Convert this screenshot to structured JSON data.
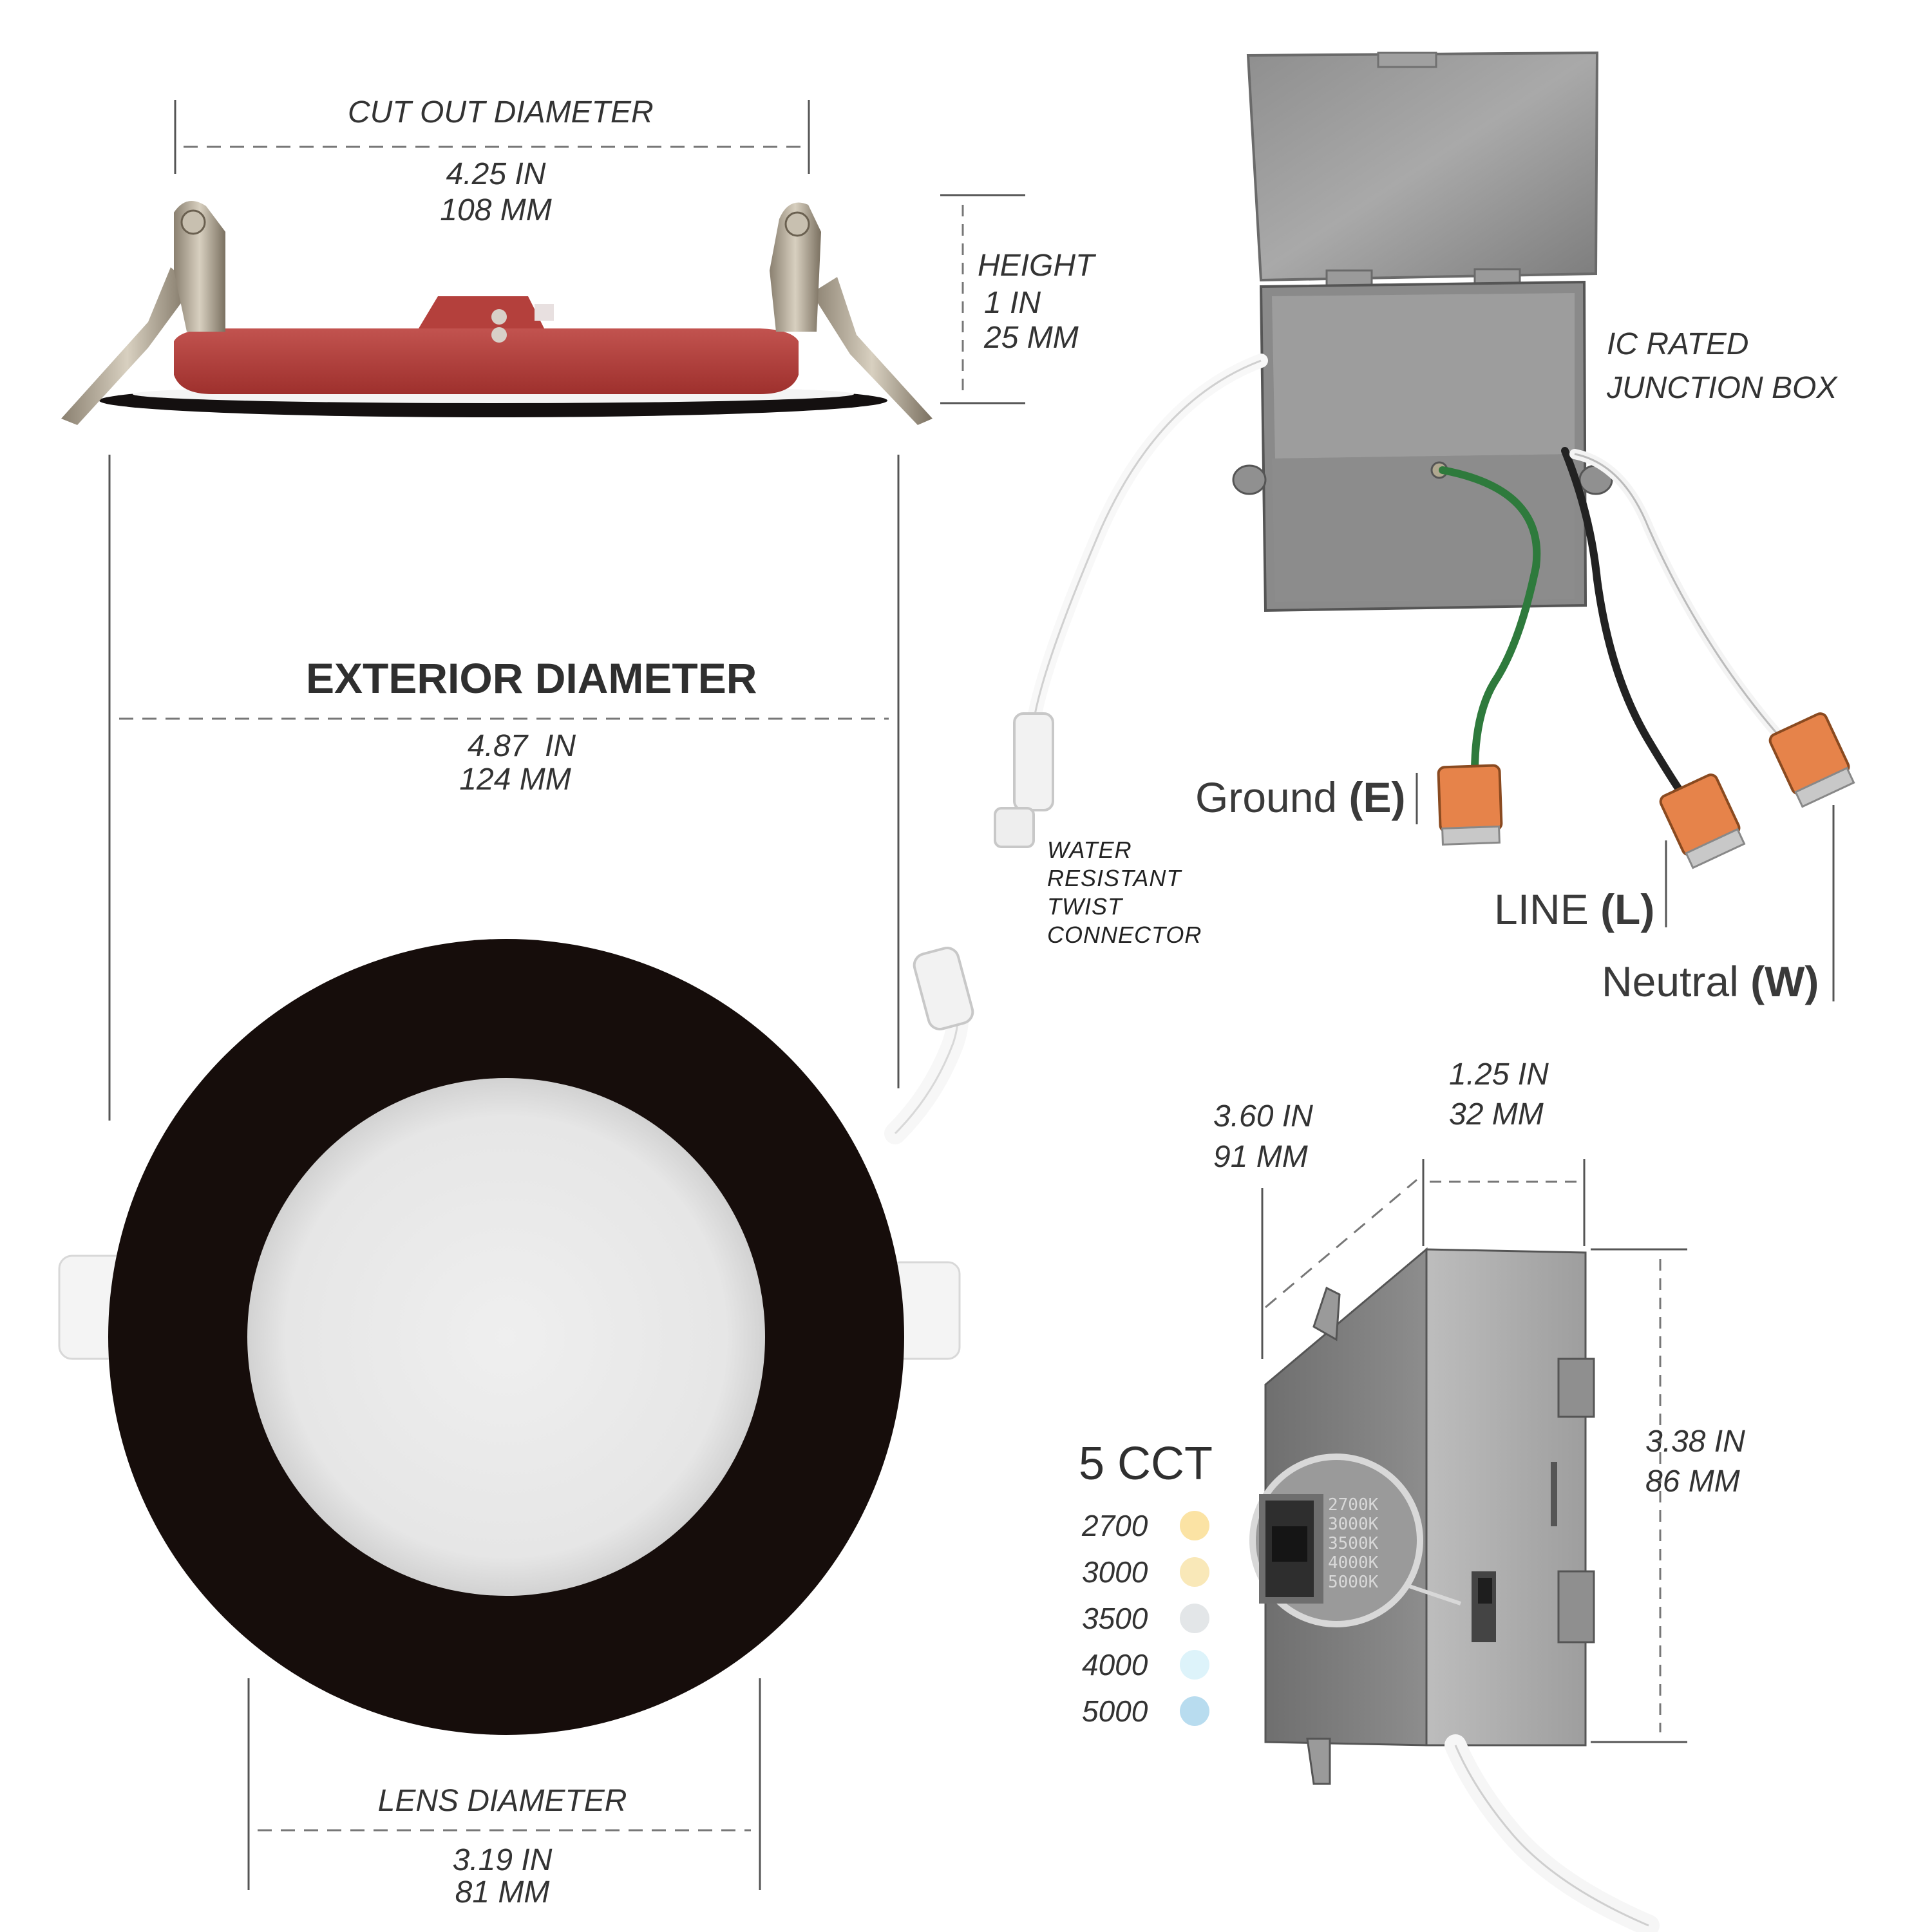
{
  "dimensions": {
    "cutout": {
      "label": "CUT OUT DIAMETER",
      "in": "4.25 IN",
      "mm": "108 MM"
    },
    "height": {
      "label": "HEIGHT",
      "in": "1 IN",
      "mm": "25 MM"
    },
    "exterior": {
      "label": "EXTERIOR DIAMETER",
      "in": "4.87  IN",
      "mm": "124 MM"
    },
    "lens": {
      "label": "LENS DIAMETER",
      "in": "3.19 IN",
      "mm": "81 MM"
    },
    "box_depth": {
      "in": "3.60 IN",
      "mm": "91 MM"
    },
    "box_width": {
      "in": "1.25 IN",
      "mm": "32 MM"
    },
    "box_height": {
      "in": "3.38 IN",
      "mm": "86 MM"
    }
  },
  "junction_box": {
    "line1": "IC RATED",
    "line2": "JUNCTION BOX"
  },
  "connector": {
    "lines": [
      "WATER",
      "RESISTANT",
      "TWIST",
      "CONNECTOR"
    ]
  },
  "wires": {
    "ground": {
      "name": "Ground",
      "code": "(E)"
    },
    "line": {
      "name": "LINE",
      "code": "(L)"
    },
    "neutral": {
      "name": "Neutral",
      "code": "(W)"
    }
  },
  "cct": {
    "title": "5 CCT",
    "options": [
      {
        "value": "2700",
        "color": "#fbe3a4"
      },
      {
        "value": "3000",
        "color": "#f9e8b8"
      },
      {
        "value": "3500",
        "color": "#e3e6e8"
      },
      {
        "value": "4000",
        "color": "#ddf3fa"
      },
      {
        "value": "5000",
        "color": "#b8dcef"
      }
    ],
    "switch_marks": [
      "2700K",
      "3000K",
      "3500K",
      "4000K",
      "5000K"
    ]
  },
  "colors": {
    "trim": "#160d0b",
    "housing": "#b13a37",
    "lens": "#ececec",
    "wire_ground": "#2e7a3c",
    "wire_line": "#222222",
    "connector": "#e6834a"
  }
}
